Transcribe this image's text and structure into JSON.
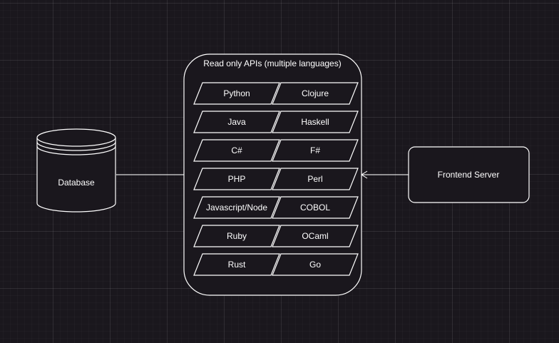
{
  "diagram": {
    "database": {
      "label": "Database"
    },
    "api_container": {
      "title": "Read only APIs (multiple languages)"
    },
    "languages": [
      [
        "Python",
        "Clojure"
      ],
      [
        "Java",
        "Haskell"
      ],
      [
        "C#",
        "F#"
      ],
      [
        "PHP",
        "Perl"
      ],
      [
        "Javascript/Node",
        "COBOL"
      ],
      [
        "Ruby",
        "OCaml"
      ],
      [
        "Rust",
        "Go"
      ]
    ],
    "frontend": {
      "label": "Frontend Server"
    },
    "colors": {
      "background": "#1a171d",
      "stroke": "#ffffff",
      "text": "#ffffff"
    }
  }
}
